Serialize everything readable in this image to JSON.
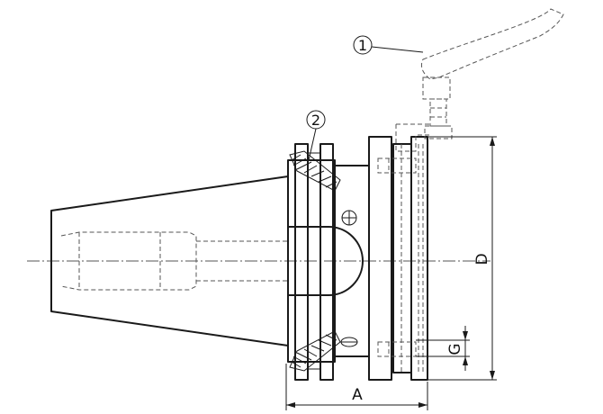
{
  "callouts": {
    "lever": "1",
    "clamp_screws": "2"
  },
  "dimensions": {
    "length": "A",
    "diameter": "D",
    "thread": "G"
  }
}
